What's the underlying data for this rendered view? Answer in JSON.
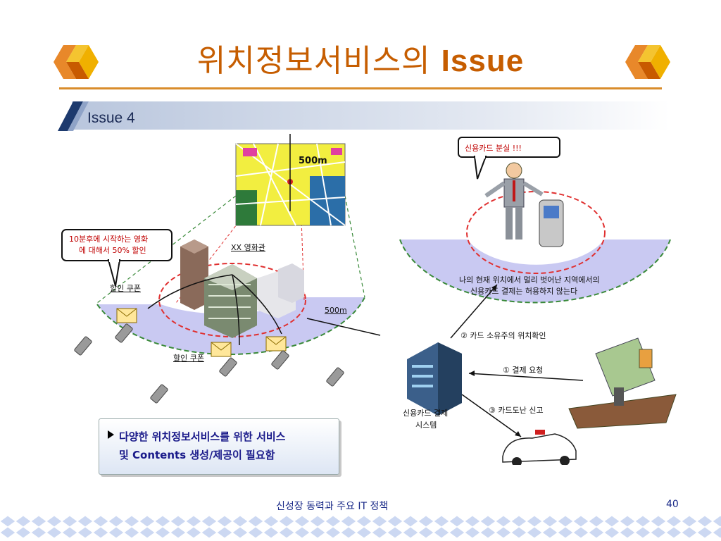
{
  "slide": {
    "title_korean": "위치정보서비스의",
    "title_english": "Issue",
    "section": "Issue 4",
    "footer": "신성장 동력과 주요 IT 정책",
    "page_number": "40"
  },
  "diagram": {
    "map_label": "500m",
    "coupon_bubble_line1": "10분후에 시작하는 영화",
    "coupon_bubble_line2": "에 대해서 50% 할인",
    "theater_label": "XX 영화관",
    "coupon_label_top": "할인 쿠폰",
    "coupon_label_bottom": "할인 쿠폰",
    "zone_radius_label": "500m",
    "card_lost_bubble": "신용카드 분실 !!!",
    "far_zone_line1": "나의 현재 위치에서 멀리 벗어난 지역에서의",
    "far_zone_line2": "신용카드 결제는 허용하지 않는다",
    "step1": "① 결제 요청",
    "step2": "② 카드 소유주의 위치확인",
    "step3": "③ 카드도난 신고",
    "system_label_line1": "신용카드 결제",
    "system_label_line2": "시스템"
  },
  "summary": {
    "line1": "다양한 위치정보서비스를 위한 서비스",
    "line2": "및 Contents 생성/제공이 필요함"
  },
  "colors": {
    "title": "#c65d00",
    "accent_orange": "#d98c2b",
    "zone_fill": "#c9c9f2",
    "footer_diamond": "#ccd8f2"
  }
}
